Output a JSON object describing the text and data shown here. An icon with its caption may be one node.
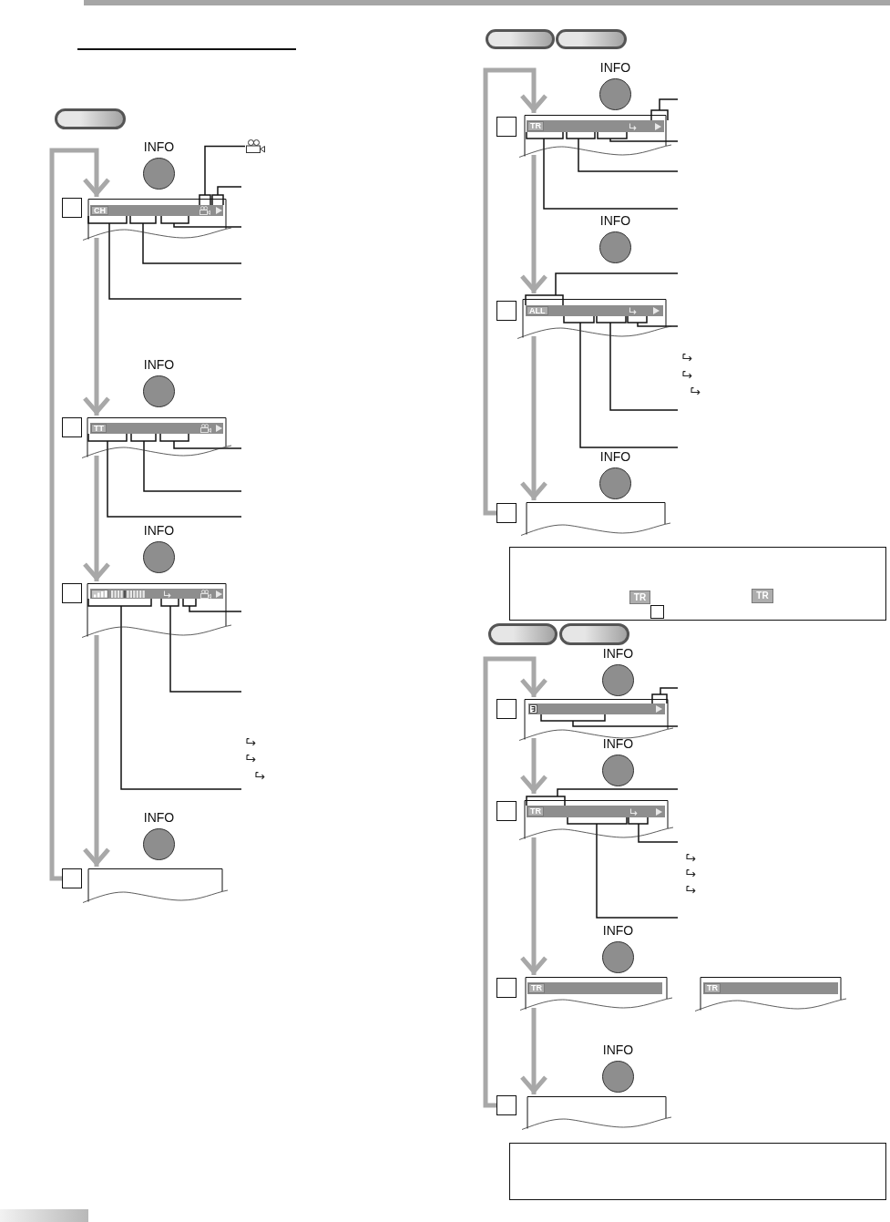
{
  "diagram": {
    "nodes": [
      {
        "text": [],
        "shape": "pill"
      },
      {
        "text": [
          "INFO"
        ]
      },
      {
        "text": [],
        "shape": "picture"
      },
      {
        "text": [],
        "shape": "box"
      },
      {
        "text": [
          "CH"
        ]
      },
      {
        "text": [
          "INFO"
        ]
      },
      {
        "text": [],
        "shape": "box"
      },
      {
        "text": [
          "TT"
        ]
      },
      {
        "text": [
          "INFO"
        ]
      },
      {
        "text": [],
        "shape": "box"
      },
      {
        "text": [],
        "shape": "box"
      },
      {
        "text": [
          "INFO"
        ]
      },
      {
        "text": [],
        "shape": "box"
      },
      {
        "text": [],
        "shape": "box"
      },
      {
        "text": [],
        "shape": "pill"
      },
      {
        "text": [],
        "shape": "pill"
      },
      {
        "text": [
          "INFO"
        ]
      },
      {
        "text": [],
        "shape": "box"
      },
      {
        "text": [
          "TR"
        ]
      },
      {
        "text": [
          "INFO"
        ]
      },
      {
        "text": [],
        "shape": "box"
      },
      {
        "text": [
          "ALL"
        ]
      },
      {
        "text": [
          "INFO"
        ]
      },
      {
        "text": [],
        "shape": "box"
      },
      {
        "text": [],
        "shape": "box"
      },
      {
        "text": [],
        "shape": "box"
      },
      {
        "text": [
          "TR"
        ],
        "in": 25
      },
      {
        "text": [
          "TR"
        ],
        "in": 25
      },
      {
        "text": [],
        "shape": "box",
        "in": 25
      },
      {
        "text": [],
        "shape": "pill"
      },
      {
        "text": [],
        "shape": "pill"
      },
      {
        "text": [
          "INFO"
        ]
      },
      {
        "text": [],
        "shape": "box"
      },
      {
        "text": [],
        "shape": "box"
      },
      {
        "text": [
          "INFO"
        ]
      },
      {
        "text": [],
        "shape": "box"
      },
      {
        "text": [
          "TR"
        ]
      },
      {
        "text": [
          "INFO"
        ]
      },
      {
        "text": [],
        "shape": "box"
      },
      {
        "text": [
          "TR"
        ]
      },
      {
        "text": [
          "TR"
        ]
      },
      {
        "text": [
          "INFO"
        ]
      },
      {
        "text": [],
        "shape": "box"
      },
      {
        "text": [],
        "shape": "box"
      },
      {
        "text": [],
        "shape": "box"
      }
    ],
    "edges": [
      {
        "from": 12,
        "to": 4,
        "arrow": "to",
        "style": "thick",
        "color": "#a8a8a8"
      },
      {
        "from": 4,
        "to": 7,
        "arrow": "to",
        "style": "thick",
        "color": "#a8a8a8"
      },
      {
        "from": 7,
        "to": 10,
        "arrow": "to",
        "style": "thick",
        "color": "#a8a8a8"
      },
      {
        "from": 10,
        "to": 13,
        "arrow": "to",
        "style": "thick",
        "color": "#a8a8a8"
      },
      {
        "from": 2,
        "to": 4,
        "arrow": "none"
      },
      {
        "from": null,
        "to": 4,
        "arrow": "none"
      },
      {
        "from": null,
        "to": 4,
        "arrow": "none"
      },
      {
        "from": null,
        "to": 4,
        "arrow": "none"
      },
      {
        "from": null,
        "to": 4,
        "arrow": "none"
      },
      {
        "from": null,
        "to": 7,
        "arrow": "none"
      },
      {
        "from": null,
        "to": 7,
        "arrow": "none"
      },
      {
        "from": null,
        "to": 7,
        "arrow": "none"
      },
      {
        "from": null,
        "to": 10,
        "arrow": "none"
      },
      {
        "from": null,
        "to": 10,
        "arrow": "none"
      },
      {
        "from": null,
        "to": 10,
        "arrow": "none"
      },
      {
        "from": 23,
        "to": 18,
        "arrow": "to",
        "style": "thick",
        "color": "#a8a8a8"
      },
      {
        "from": 18,
        "to": 21,
        "arrow": "to",
        "style": "thick",
        "color": "#a8a8a8"
      },
      {
        "from": 21,
        "to": 24,
        "arrow": "to",
        "style": "thick",
        "color": "#a8a8a8"
      },
      {
        "from": null,
        "to": 18,
        "arrow": "none"
      },
      {
        "from": null,
        "to": 18,
        "arrow": "none"
      },
      {
        "from": null,
        "to": 18,
        "arrow": "none"
      },
      {
        "from": null,
        "to": 18,
        "arrow": "none"
      },
      {
        "from": null,
        "to": 21,
        "arrow": "none"
      },
      {
        "from": null,
        "to": 21,
        "arrow": "none"
      },
      {
        "from": null,
        "to": 21,
        "arrow": "none"
      },
      {
        "from": null,
        "to": 21,
        "arrow": "none"
      },
      {
        "from": 42,
        "to": 33,
        "arrow": "to",
        "style": "thick",
        "color": "#a8a8a8"
      },
      {
        "from": 33,
        "to": 36,
        "arrow": "to",
        "style": "thick",
        "color": "#a8a8a8"
      },
      {
        "from": 36,
        "to": 39,
        "arrow": "to",
        "style": "thick",
        "color": "#a8a8a8"
      },
      {
        "from": 39,
        "to": 43,
        "arrow": "to",
        "style": "thick",
        "color": "#a8a8a8"
      },
      {
        "from": null,
        "to": 33,
        "arrow": "none"
      },
      {
        "from": null,
        "to": 33,
        "arrow": "none"
      },
      {
        "from": null,
        "to": 36,
        "arrow": "none"
      },
      {
        "from": null,
        "to": 36,
        "arrow": "none"
      },
      {
        "from": null,
        "to": 36,
        "arrow": "none"
      }
    ]
  }
}
